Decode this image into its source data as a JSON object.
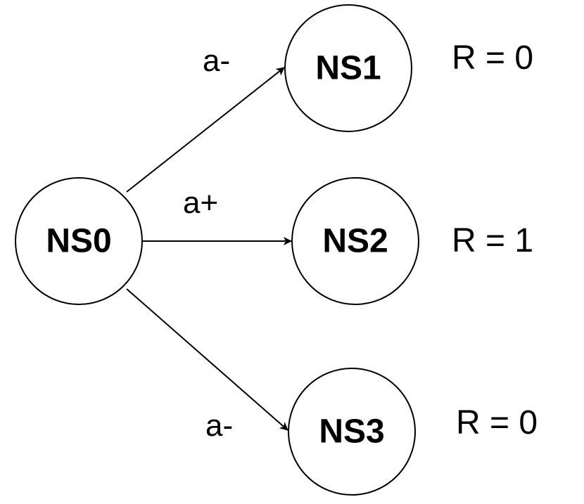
{
  "nodes": {
    "ns0": {
      "label": "NS0"
    },
    "ns1": {
      "label": "NS1"
    },
    "ns2": {
      "label": "NS2"
    },
    "ns3": {
      "label": "NS3"
    }
  },
  "edges": [
    {
      "from": "NS0",
      "to": "NS1",
      "label": "a-"
    },
    {
      "from": "NS0",
      "to": "NS2",
      "label": "a+"
    },
    {
      "from": "NS0",
      "to": "NS3",
      "label": "a-"
    }
  ],
  "rewards": {
    "ns1": "R = 0",
    "ns2": "R = 1",
    "ns3": "R = 0"
  }
}
